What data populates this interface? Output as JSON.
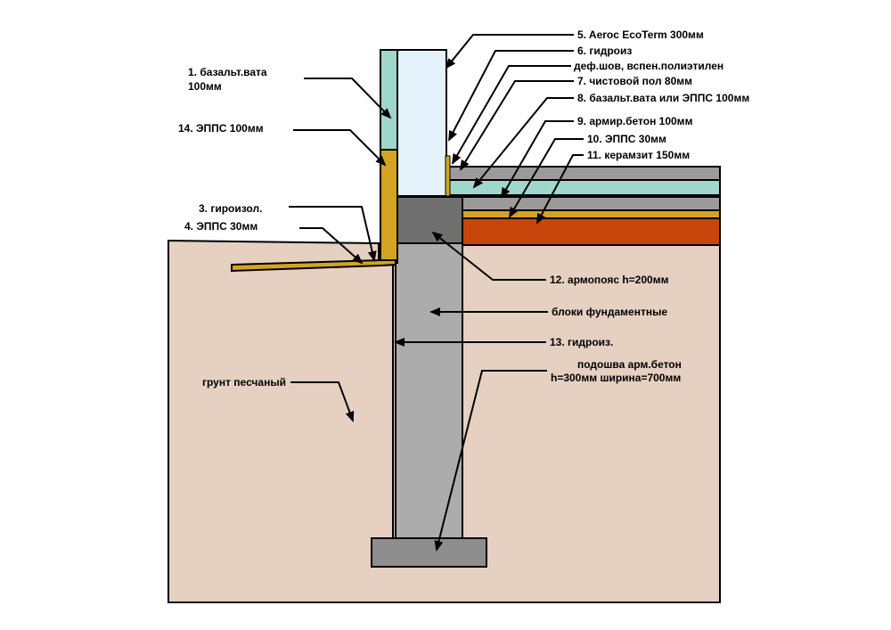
{
  "labels": {
    "l1_line1": "1. базальт.вата",
    "l1_line2": "100мм",
    "l14": "14. ЭППС 100мм",
    "l3": "3. гироизол.",
    "l4": "4. ЭППС 30мм",
    "l5": "5. Aeroc EcoTerm 300мм",
    "l6": "6. гидроиз",
    "l6b": "деф.шов, вспен.полиэтилен",
    "l7": "7. чистовой пол 80мм",
    "l8": "8. базальт.вата или ЭППС 100мм",
    "l9": "9. армир.бетон 100мм",
    "l10": "10. ЭППС 30мм",
    "l11": "11. керамзит 150мм",
    "l12": "12. армопояс h=200мм",
    "l_blocks": "блоки фундаментные",
    "l13": "13. гидроиз.",
    "l_footing_1": "подошва арм.бетон",
    "l_footing_2": "h=300мм ширина=700мм",
    "l_soil": "грунт песчаный"
  },
  "colors": {
    "soil": "#e5d0c1",
    "basalt_wool": "#9fd7cc",
    "aeroc_block": "#e4f3fb",
    "xps_yellow": "#d2a421",
    "floor_gray": "#9b9b9b",
    "xps_floor": "#9fd7cc",
    "expanded_clay": "#c8450c",
    "armopoyas": "#707070",
    "foundation_blocks": "#acacac",
    "footing": "#8e8e8e",
    "outline": "#000000"
  }
}
